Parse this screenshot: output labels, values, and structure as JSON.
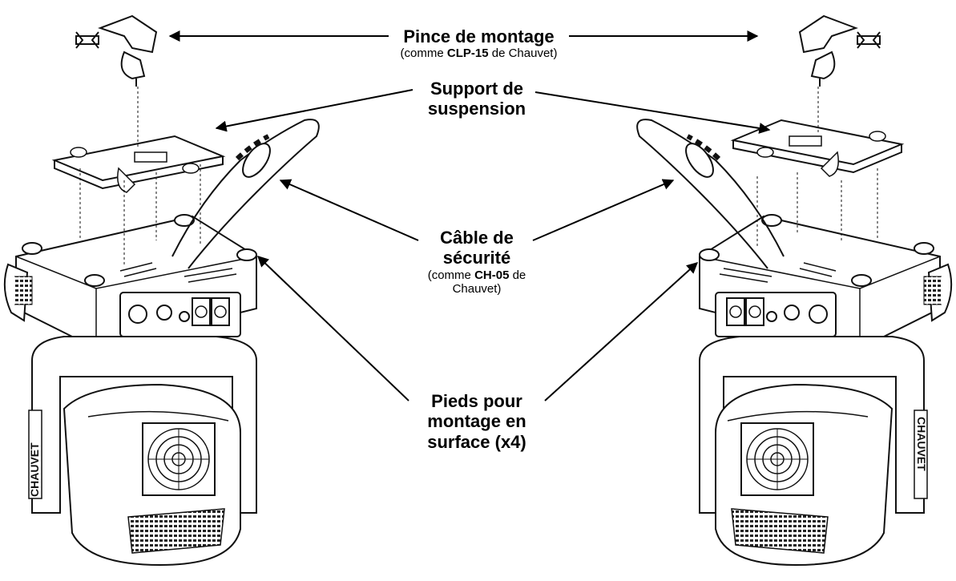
{
  "labels": {
    "clamp": {
      "title": "Pince de montage",
      "sub_pre": "(comme ",
      "sub_bold": "CLP-15",
      "sub_post": " de Chauvet)"
    },
    "bracket": {
      "line1": "Support de",
      "line2": "suspension"
    },
    "safety": {
      "line1": "Câble de",
      "line2": "sécurité",
      "sub_pre": "(comme ",
      "sub_bold": "CH-05",
      "sub_post": " de",
      "sub_line2": "Chauvet)"
    },
    "feet": {
      "line1": "Pieds pour",
      "line2": "montage en",
      "line3": "surface (x4)"
    }
  },
  "fixture_logo_text": "CHAUVET"
}
